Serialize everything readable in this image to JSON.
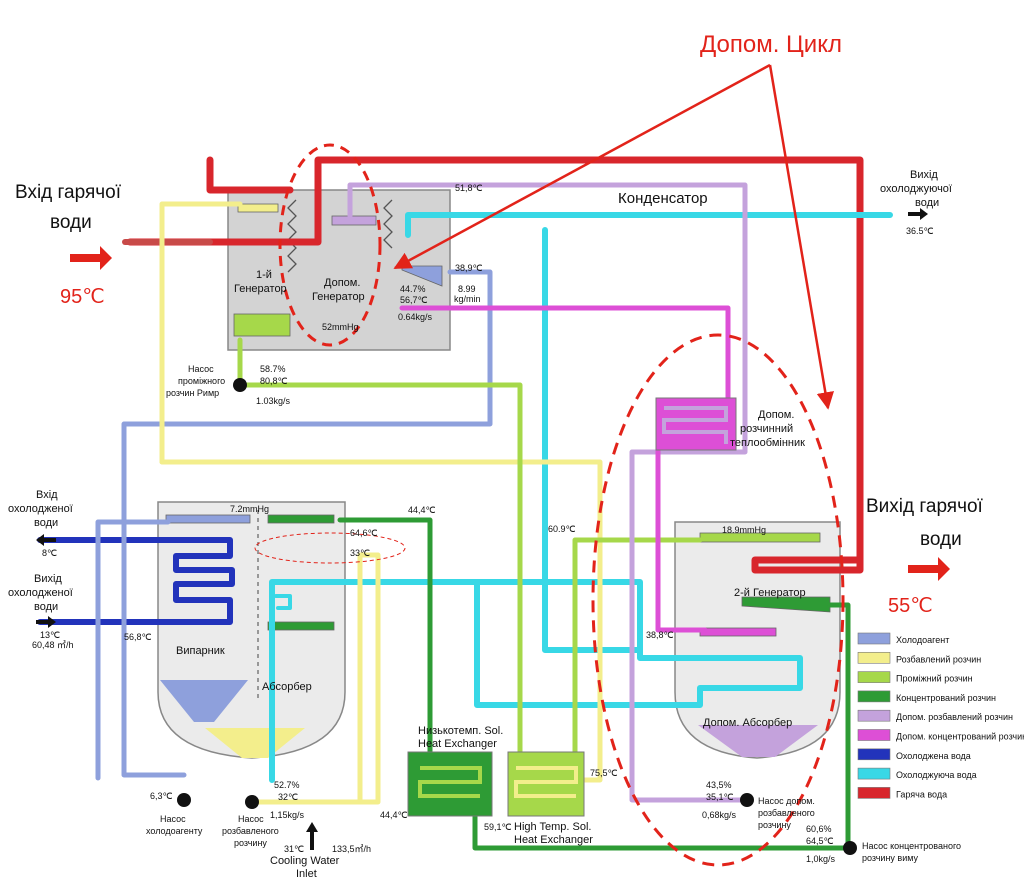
{
  "colors": {
    "refrigerant": "#8ea0dc",
    "dilute": "#f3ee8c",
    "intermediate": "#a6d84a",
    "concentrated": "#2e9b35",
    "aux_dilute": "#c4a2dc",
    "aux_concentrated": "#dd4fd6",
    "chilled_water": "#2233bb",
    "cooling_water": "#38d8e6",
    "hot_water": "#d8262c",
    "annotation": "#e2231a"
  },
  "title_aux_cycle": "Допом. Цикл",
  "hot_in": {
    "label1": "Вхід гарячої",
    "label2": "води",
    "temp": "95℃"
  },
  "hot_out": {
    "label1": "Вихід гарячої",
    "label2": "води",
    "temp": "55℃"
  },
  "cool_out": {
    "label1": "Вихід",
    "label2": "охолоджуючої",
    "label3": "води",
    "temp": "36.5℃"
  },
  "chilled_in": {
    "label1": "Вхід",
    "label2": "охолодженої",
    "label3": "води",
    "temp": "8℃"
  },
  "chilled_out": {
    "label1": "Вихід",
    "label2": "охолодженої",
    "label3": "води",
    "temp": "13℃",
    "flow": "60,48 ㎥/h"
  },
  "components": {
    "gen1_a": "1-й",
    "gen1_b": "Генератор",
    "aux_gen_a": "Допом.",
    "aux_gen_b": "Генератор",
    "condenser": "Конденсатор",
    "aux_hx_a": "Допом.",
    "aux_hx_b": "розчинний",
    "aux_hx_c": "теплообмінник",
    "evaporator": "Випарник",
    "absorber": "Абсорбер",
    "gen2": "2-й Генератор",
    "aux_absorber": "Допом. Абсорбер",
    "lt_hx_a": "Низькотемп. Sol.",
    "lt_hx_b": "Heat Exchanger",
    "ht_hx_a": "High Temp. Sol.",
    "ht_hx_b": "Heat Exchanger",
    "cooling_inlet_a": "Cooling Water",
    "cooling_inlet_b": "Inlet"
  },
  "pumps": {
    "intermediate_a": "Насос",
    "intermediate_b": "проміжного",
    "intermediate_c": "розчин Pимр",
    "refrigerant_a": "Насос",
    "refrigerant_b": "холодоагенту",
    "dilute_a": "Насос",
    "dilute_b": "розбавленого",
    "dilute_c": "розчину",
    "aux_dilute_a": "Насос допом.",
    "aux_dilute_b": "розбавленого",
    "aux_dilute_c": "розчину",
    "conc_a": "Насос концентрованого",
    "conc_b": "розчину виму"
  },
  "readings": {
    "t518": "51,8℃",
    "t389": "38,9℃",
    "pct447": "44.7%",
    "t567": "56,7℃",
    "flow064": "0.64kg/s",
    "v899": "8.99",
    "unit_kgmin": "kg/min",
    "p52": "52mmHg",
    "pct587": "58.7%",
    "t808": "80,8℃",
    "flow103": "1.03kg/s",
    "p72": "7.2mmHg",
    "t444a": "44,4℃",
    "t646": "64,6℃",
    "t33": "33℃",
    "t609": "60.9℃",
    "p189": "18.9mmHg",
    "t388": "38,8℃",
    "t568": "56,8℃",
    "t63": "6,3℃",
    "pct527": "52.7%",
    "t32": "32℃",
    "flow115": "1,15kg/s",
    "t31": "31℃",
    "flow1335": "133,5㎥/h",
    "t444b": "44,4℃",
    "t591": "59,1℃",
    "t755": "75,5℃",
    "pct435": "43,5%",
    "t351": "35,1℃",
    "flow068": "0,68kg/s",
    "pct606": "60,6%",
    "t645": "64,5℃",
    "flow10": "1,0kg/s"
  },
  "legend": [
    {
      "label": "Холодоагент",
      "color": "#8ea0dc"
    },
    {
      "label": "Розбавлений розчин",
      "color": "#f3ee8c"
    },
    {
      "label": "Проміжний розчин",
      "color": "#a6d84a"
    },
    {
      "label": "Концентрований розчин",
      "color": "#2e9b35"
    },
    {
      "label": "Допом. розбавлений розчин",
      "color": "#c4a2dc"
    },
    {
      "label": "Допом. концентрований розчин",
      "color": "#dd4fd6"
    },
    {
      "label": "Охолоджена вода",
      "color": "#2233bb"
    },
    {
      "label": "Охолоджуюча вода",
      "color": "#38d8e6"
    },
    {
      "label": "Гаряча вода",
      "color": "#d8262c"
    }
  ]
}
